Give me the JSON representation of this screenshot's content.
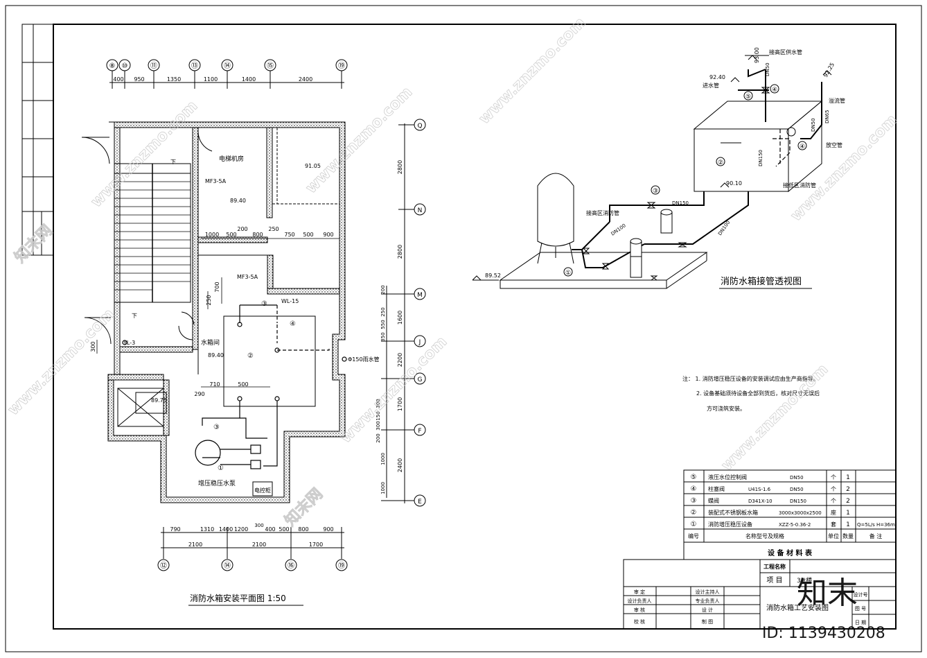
{
  "plan": {
    "title": "消防水箱安装平面图 1:50",
    "axes_top": [
      "⑧",
      "⑩",
      "⑪",
      "⑬",
      "⑭",
      "⑮",
      "⑲"
    ],
    "dims_top": [
      "400",
      "950",
      "1350",
      "1100",
      "1400",
      "2400"
    ],
    "axes_bottom": [
      "⑫",
      "⑭",
      "⑯",
      "⑲"
    ],
    "dims_bottom_row1": [
      "790",
      "1310",
      "1400",
      "1200",
      "300",
      "400",
      "500",
      "800",
      "900"
    ],
    "dims_bottom_row2": [
      "2100",
      "2100",
      "1700"
    ],
    "axes_right": [
      "Q",
      "N",
      "M",
      "J",
      "G",
      "F",
      "E"
    ],
    "dims_right_main": [
      "2800",
      "2800",
      "1600",
      "2200",
      "1700",
      "2400"
    ],
    "dims_right_sub": [
      "200",
      "250",
      "550",
      "350",
      "300",
      "150",
      "300",
      "200",
      "1000",
      "1000"
    ],
    "dims_inner_row1": [
      "1000",
      "500",
      "200",
      "800",
      "250",
      "750",
      "500",
      "900"
    ],
    "dims_inner_row2": [
      "710",
      "500",
      "290"
    ],
    "dims_inner_misc": [
      "700",
      "250",
      "300"
    ],
    "labels": {
      "elevator_room": "电梯机房",
      "elev_a": "91.05",
      "elev_b": "89.40",
      "elev_c": "89.40",
      "elev_d": "89.75",
      "door_a": "MF3-5A",
      "door_b": "MF3-5A",
      "pump_room": "水箱间",
      "pump": "增压稳压水泵",
      "control_cabinet": "电控柜",
      "downpipe_a": "YL-3",
      "downpipe_b": "WL-15",
      "rain_pipe": "Φ150雨水管",
      "down_a": "下",
      "down_b": "下",
      "item_1": "①",
      "item_2": "②",
      "item_3": "③",
      "item_4": "④"
    }
  },
  "iso": {
    "title": "消防水箱接管透视图",
    "labels": {
      "elev_top": "93.00",
      "supply_high": "接高区供水管",
      "elev_inlet": "92.40",
      "inlet": "进水管",
      "elev_overflow": "92.25",
      "overflow": "溢流管",
      "dn50_a": "DN50",
      "dn50_b": "DN50",
      "dn65": "DN65",
      "vent": "放空管",
      "dn150_a": "DN150",
      "dn150_b": "DN150",
      "elev_bottom": "90.10",
      "low_zone": "接低区消防管",
      "high_zone_fire": "接高区消防管",
      "dn100_a": "DN100",
      "dn100_b": "DN100",
      "elev_base": "89.52",
      "item_1": "①",
      "item_2": "②",
      "item_3": "③",
      "item_4": "④",
      "item_5": "⑤"
    }
  },
  "notes": {
    "line1": "注：  1.  消防增压稳压设备的安装调试应由生产商指导。",
    "line2": "2.  设备基础须待设备全部到货后，核对尺寸无误后",
    "line3": "方可浇筑安装。"
  },
  "materials": {
    "title": "设   备   材   料   表",
    "headers": [
      "编号",
      "名称型号及规格",
      "单位",
      "数量",
      "备  注"
    ],
    "rows": [
      {
        "no": "⑤",
        "name": "液压水位控制阀",
        "spec": "",
        "dn": "DN50",
        "unit": "个",
        "qty": "1",
        "note": ""
      },
      {
        "no": "④",
        "name": "柱塞阀",
        "spec": "U41S-1.6",
        "dn": "DN50",
        "unit": "个",
        "qty": "2",
        "note": ""
      },
      {
        "no": "③",
        "name": "蝶阀",
        "spec": "D341X-10",
        "dn": "DN150",
        "unit": "个",
        "qty": "2",
        "note": ""
      },
      {
        "no": "②",
        "name": "装配式不锈钢板水箱",
        "spec": "3000x3000x2500",
        "dn": "",
        "unit": "座",
        "qty": "1",
        "note": ""
      },
      {
        "no": "①",
        "name": "消防增压稳压设备",
        "spec": "XZZ-5-0.36-2",
        "dn": "",
        "unit": "套",
        "qty": "1",
        "note": "Q=5L/s H=36m"
      }
    ]
  },
  "titleblock": {
    "project_name_label": "工程名称",
    "item_label": "项  目",
    "item_value": "3#楼",
    "drawing_title": "消防水箱工艺安装图",
    "roles_left": [
      "审  定",
      "设计负责人",
      "审  核",
      "校  核"
    ],
    "roles_mid": [
      "设计主持人",
      "专业负责人",
      "设  计",
      "制  图"
    ],
    "right_labels": [
      "设计号",
      "图  号",
      "日  期"
    ]
  },
  "watermark": {
    "site": "www.znzmo.com",
    "brand": "知末网",
    "brand_big": "知末",
    "id": "ID: 1139430208"
  }
}
